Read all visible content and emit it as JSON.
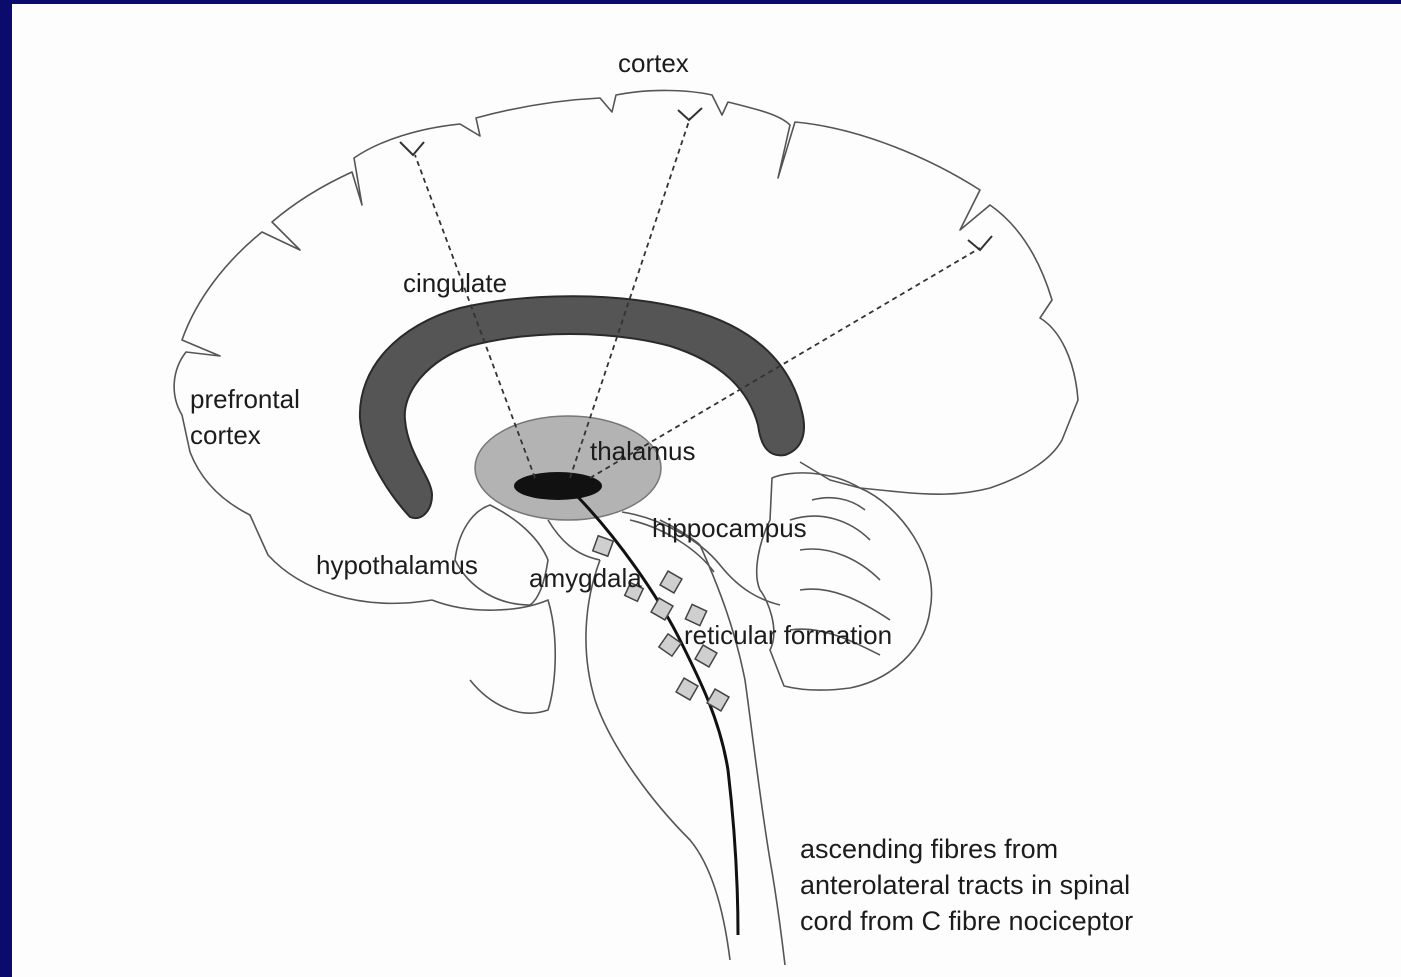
{
  "labels": {
    "cortex": "cortex",
    "cingulate": "cingulate",
    "prefrontal_line1": "prefrontal",
    "prefrontal_line2": "cortex",
    "thalamus": "thalamus",
    "hippocampus": "hippocampus",
    "hypothalamus": "hypothalamus",
    "amygdala": "amygdala",
    "reticular_formation": "reticular formation"
  },
  "note": {
    "line1": "ascending fibres from",
    "line2": "anterolateral tracts in spinal",
    "line3": "cord from C fibre nociceptor"
  },
  "colors": {
    "frame": "#0b0b6e",
    "cingulate": "#555555",
    "thalamus": "#b3b3b3",
    "thalamus_core": "#111111",
    "relay": "#cfcfcf",
    "outline": "#555555"
  }
}
